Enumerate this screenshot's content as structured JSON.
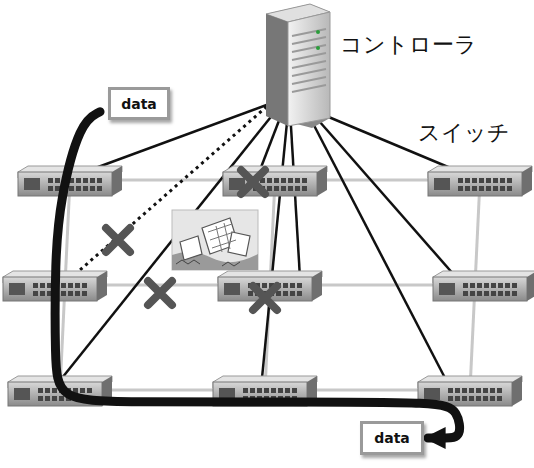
{
  "diagram": {
    "nodes": [
      {
        "text": [
          "data"
        ]
      },
      {
        "text": [
          "data"
        ]
      }
    ],
    "edges": [
      {
        "from": 0,
        "to": 1,
        "arrow": "to"
      }
    ],
    "labels": [
      "コントローラ",
      "スイッチ"
    ]
  }
}
